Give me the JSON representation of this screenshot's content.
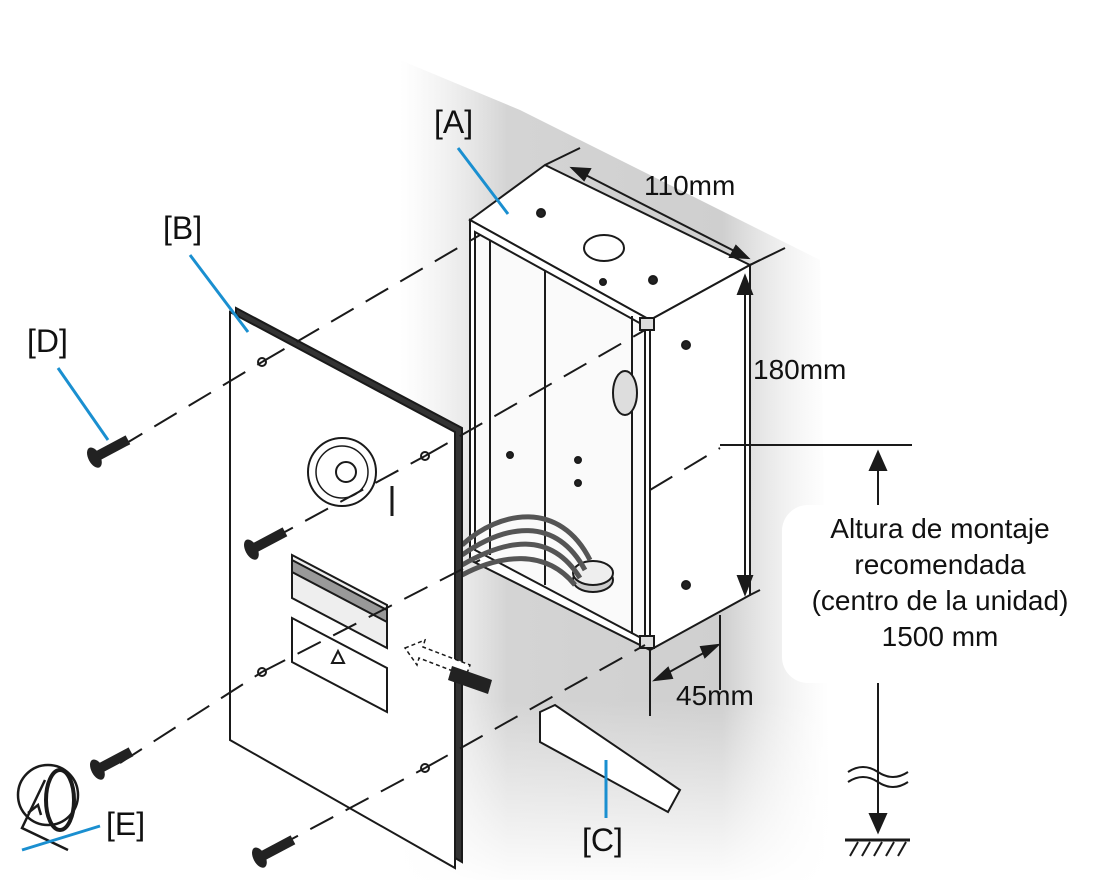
{
  "labels": {
    "a": "[A]",
    "b": "[B]",
    "c": "[C]",
    "d": "[D]",
    "e": "[E]"
  },
  "dimensions": {
    "width": "110mm",
    "height": "180mm",
    "depth": "45mm"
  },
  "note": {
    "line1": "Altura de montaje",
    "line2": "recomendada",
    "line3": "(centro de la unidad)",
    "line4": "1500 mm"
  },
  "colors": {
    "leader": "#1a8fd0",
    "line": "#1a1a1a",
    "shadow": "#c8c8c8"
  }
}
